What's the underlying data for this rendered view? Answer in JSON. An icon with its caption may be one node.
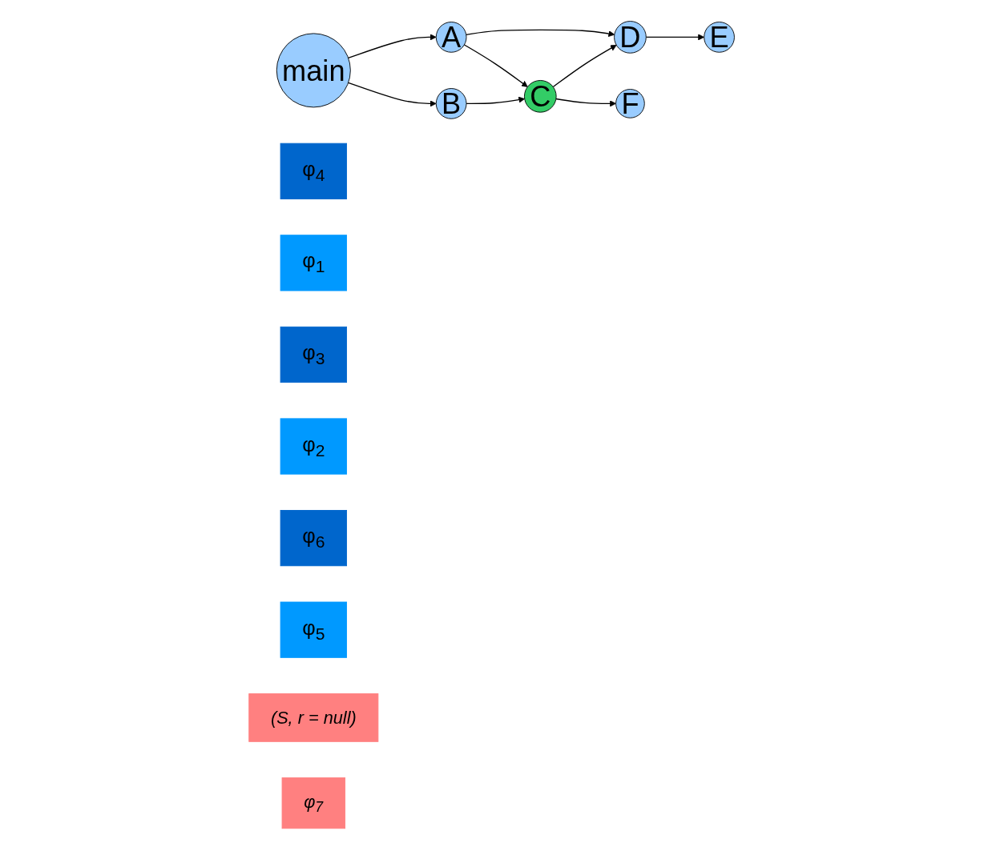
{
  "diagram": {
    "nodes": [
      {
        "text": [
          "main"
        ]
      },
      {
        "text": [
          "A"
        ]
      },
      {
        "text": [
          "B"
        ]
      },
      {
        "text": [
          "C"
        ]
      },
      {
        "text": [
          "D"
        ]
      },
      {
        "text": [
          "E"
        ]
      },
      {
        "text": [
          "F"
        ]
      },
      {
        "text": [
          "φ$_{4}$"
        ]
      },
      {
        "text": [
          "φ$_{1}$"
        ]
      },
      {
        "text": [
          "φ$_{3}$"
        ]
      },
      {
        "text": [
          "φ$_{2}$"
        ]
      },
      {
        "text": [
          "φ$_{6}$"
        ]
      },
      {
        "text": [
          "φ$_{5}$"
        ]
      },
      {
        "text": [
          "(S, r = null)"
        ]
      },
      {
        "text": [
          "φ$_{7}$"
        ]
      }
    ],
    "edges": [
      {
        "from": 0,
        "to": 1,
        "arrow": "to"
      },
      {
        "from": 0,
        "to": 2,
        "arrow": "to"
      },
      {
        "from": 1,
        "to": 4,
        "arrow": "to"
      },
      {
        "from": 1,
        "to": 3,
        "arrow": "to"
      },
      {
        "from": 2,
        "to": 3,
        "arrow": "to"
      },
      {
        "from": 4,
        "to": 5,
        "arrow": "to"
      },
      {
        "from": 3,
        "to": 4,
        "arrow": "to"
      },
      {
        "from": 3,
        "to": 6,
        "arrow": "to"
      }
    ]
  }
}
